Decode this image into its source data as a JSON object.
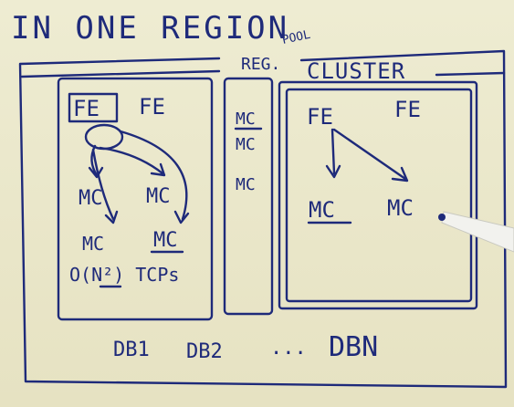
{
  "title": "IN ONE REGION",
  "regional_pool": {
    "label_main": "REG.",
    "label_sup": "POOL",
    "nodes": [
      "MC",
      "MC",
      "MC"
    ]
  },
  "cluster_left": {
    "frontends": [
      "FE",
      "FE"
    ],
    "mc_row1": [
      "MC",
      "MC"
    ],
    "mc_row2": [
      "MC",
      "MC"
    ],
    "note": "O(N²) TCPs"
  },
  "cluster_right": {
    "label": "CLUSTER",
    "frontends": [
      "FE",
      "FE"
    ],
    "mcs": [
      "MC",
      "MC"
    ]
  },
  "databases": [
    "DB1",
    "DB2",
    "...",
    "DBN"
  ],
  "colors": {
    "ink": "#1e2a7a",
    "board": "#e9e6c8"
  }
}
